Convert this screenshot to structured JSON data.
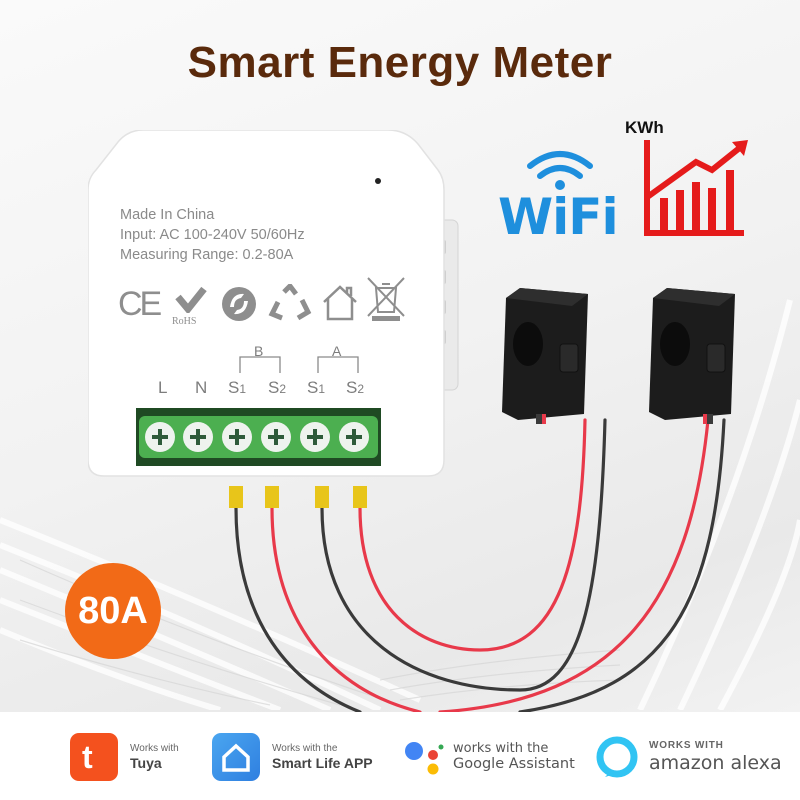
{
  "title": "Smart Energy Meter",
  "device": {
    "label_lines": [
      "Made In China",
      "Input: AC 100-240V 50/60Hz",
      "Measuring Range: 0.2-80A"
    ],
    "certifications": [
      "CE",
      "RoHS",
      "green-dot",
      "recycle",
      "indoor-use",
      "weee"
    ],
    "rohs_text": "RoHS",
    "ce_text": "CE",
    "terminal_groups": [
      {
        "label": "B"
      },
      {
        "label": "A"
      }
    ],
    "terminals": [
      {
        "main": "L",
        "sub": ""
      },
      {
        "main": "N",
        "sub": ""
      },
      {
        "main": "S",
        "sub": "1"
      },
      {
        "main": "S",
        "sub": "2"
      },
      {
        "main": "S",
        "sub": "1"
      },
      {
        "main": "S",
        "sub": "2"
      }
    ],
    "colors": {
      "terminal_block": "#4caf50",
      "ferrule": "#e8c51a",
      "body": "#ffffff"
    }
  },
  "wifi": {
    "text": "WiFi",
    "color": "#1e8fdd"
  },
  "energy_chart_icon": {
    "label": "KWh",
    "color": "#e51b1b"
  },
  "badge": {
    "text": "80A",
    "color": "#f26a17"
  },
  "sensors": [
    {
      "name": "current-clamp-1"
    },
    {
      "name": "current-clamp-2"
    }
  ],
  "compatibility": [
    {
      "icon": "tuya-icon",
      "line1": "Works with",
      "line2": "Tuya",
      "color": "#f4511e"
    },
    {
      "icon": "smart-life-icon",
      "line1": "Works with the",
      "line2": "Smart Life APP",
      "color": "#3d8fe8"
    },
    {
      "icon": "google-assistant-icon",
      "line1": "works with the",
      "line2": "Google Assistant"
    },
    {
      "icon": "alexa-icon",
      "line1": "WORKS WITH",
      "line2": "amazon alexa",
      "color": "#31c4f3"
    }
  ]
}
